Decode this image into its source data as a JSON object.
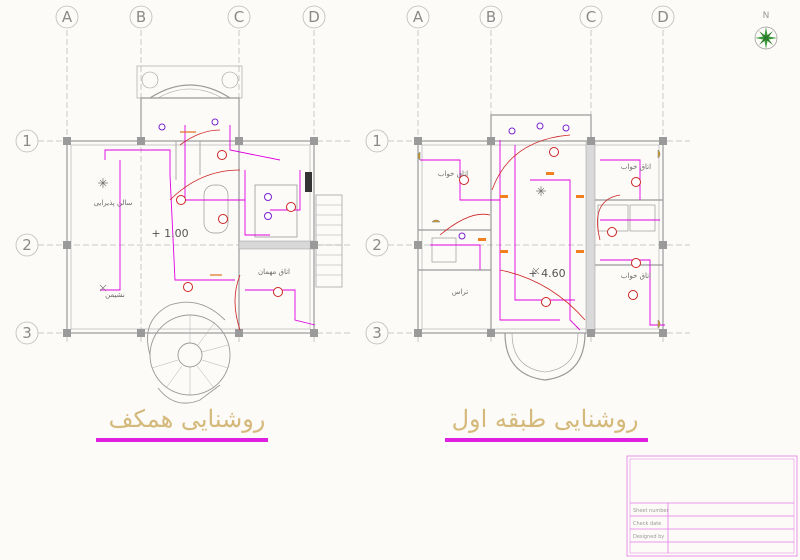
{
  "grid": {
    "columns": [
      "A",
      "B",
      "C",
      "D"
    ],
    "rows": [
      "1",
      "2",
      "3"
    ]
  },
  "compass": {
    "label": "N",
    "icon": "compass-rose-icon",
    "color": "#3a9a3a"
  },
  "plans": [
    {
      "title": "روشنایی همکف",
      "level": "+ 1.00",
      "rooms": [
        "سالن پذیرایی",
        "نشیمن",
        "اتاق مهمان"
      ]
    },
    {
      "title": "روشنایی طبقه اول",
      "level": "+ 4.60",
      "rooms": [
        "اتاق خواب",
        "اتاق خواب",
        "اتاق خواب",
        "تراس"
      ]
    }
  ],
  "title_block": {
    "rows": [
      "Sheet number",
      "Check date",
      "Designed by"
    ]
  },
  "colors": {
    "wiring": "#e000e0",
    "circuit": "#cc2222",
    "walls": "#9a9a9a",
    "underline": "#e020e0",
    "title": "#d4b97a",
    "fixture": "#f08020"
  }
}
